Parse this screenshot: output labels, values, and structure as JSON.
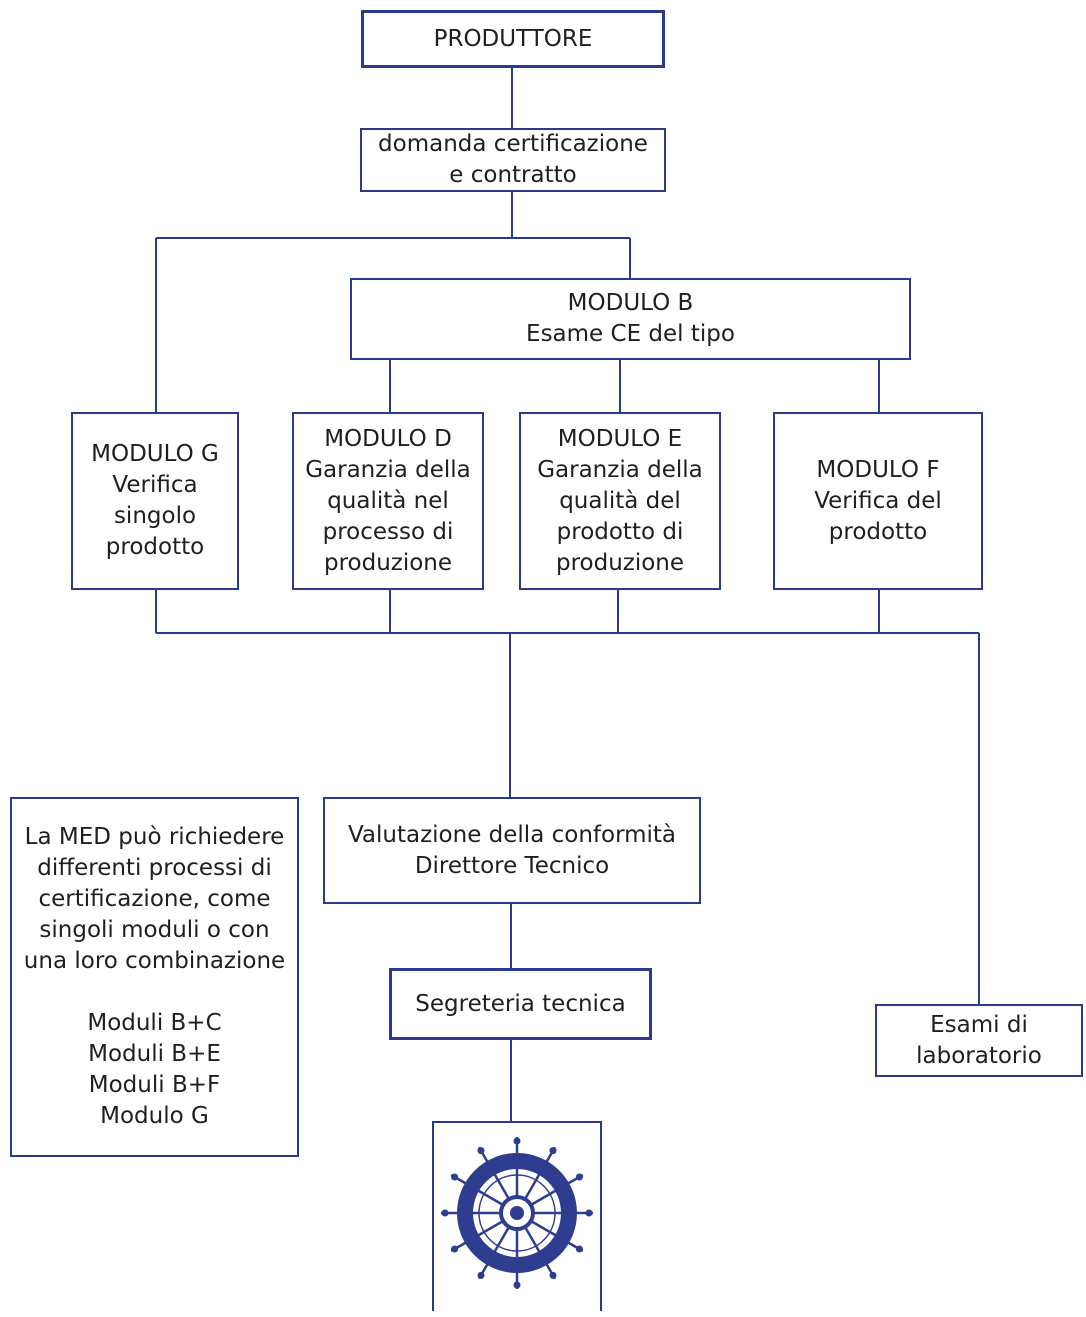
{
  "nodes": {
    "produttore": [
      "PRODUTTORE"
    ],
    "domanda": [
      "domanda certificazione",
      "e contratto"
    ],
    "modulo_b": [
      "MODULO B",
      "Esame CE del tipo"
    ],
    "modulo_g": [
      "MODULO G",
      "Verifica",
      "singolo",
      "prodotto"
    ],
    "modulo_d": [
      "MODULO D",
      "Garanzia della",
      "qualità nel",
      "processo di",
      "produzione"
    ],
    "modulo_e": [
      "MODULO E",
      "Garanzia della",
      "qualità del",
      "prodotto di",
      "produzione"
    ],
    "modulo_f": [
      "MODULO F",
      "Verifica del",
      "prodotto"
    ],
    "valutazione": [
      "Valutazione della conformità",
      "Direttore Tecnico"
    ],
    "segreteria": [
      "Segreteria tecnica"
    ],
    "esami": [
      "Esami di",
      "laboratorio"
    ]
  },
  "note": {
    "lines": [
      "La MED può richiedere",
      "differenti processi di",
      "certificazione, come",
      "singoli moduli o con",
      "una loro combinazione"
    ],
    "combos": [
      "Moduli B+C",
      "Moduli B+E",
      "Moduli B+F",
      "Modulo G"
    ]
  },
  "colors": {
    "line": "#2b3a8c",
    "wheel": "#2e3d8f"
  },
  "icons": {
    "logo": "ship-wheel-icon"
  }
}
